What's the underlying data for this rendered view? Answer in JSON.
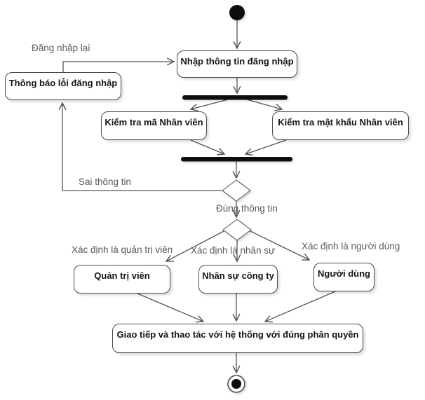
{
  "diagram": {
    "nodes": {
      "login": "Nhập thông tin đăng nhập",
      "error": "Thông báo lỗi đăng nhập",
      "check_id": "Kiểm tra mã Nhân viên",
      "check_password": "Kiểm tra mật khẩu Nhân viên",
      "admin": "Quản trị viên",
      "hr": "Nhân sự công ty",
      "user": "Người dùng",
      "final": "Giao tiếp và thao tác với hệ thống với đúng phân quyền"
    },
    "edge_labels": {
      "relogin": "Đăng nhập lại",
      "wrong_info": "Sai thông tin",
      "correct_info": "Đúng thông tin",
      "is_admin": "Xác định là quản trị viên",
      "is_hr": "Xác định là nhân sự",
      "is_user": "Xác định là người dùng"
    },
    "colors": {
      "background": "#ffffff",
      "node_fill": "#ffffff",
      "node_border": "#4a4a4a",
      "node_text": "#141414",
      "edge": "#545454",
      "edge_label_text": "#595959",
      "sync_bar": "#0d0d0d"
    }
  }
}
